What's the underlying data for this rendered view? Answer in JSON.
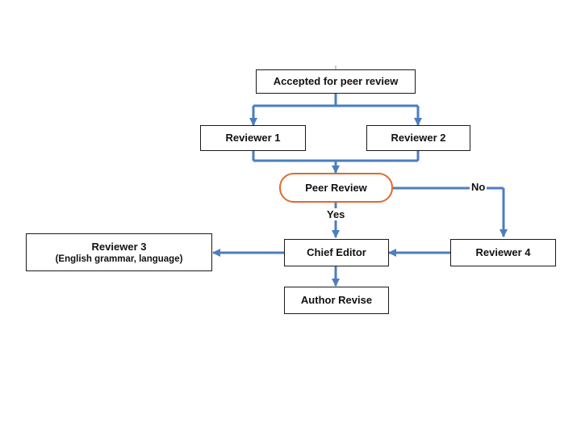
{
  "colors": {
    "arrow": "#4a7ebf",
    "decision_border": "#e06a2c",
    "box_border": "#1a1a1a"
  },
  "nodes": {
    "accepted": "Accepted for peer review",
    "reviewer1": "Reviewer 1",
    "reviewer2": "Reviewer 2",
    "peer_review": "Peer Review",
    "reviewer3_title": "Reviewer 3",
    "reviewer3_sub": "(English grammar, language)",
    "chief_editor": "Chief Editor",
    "reviewer4": "Reviewer 4",
    "author_revise": "Author Revise"
  },
  "edges": {
    "yes": "Yes",
    "no": "No"
  }
}
